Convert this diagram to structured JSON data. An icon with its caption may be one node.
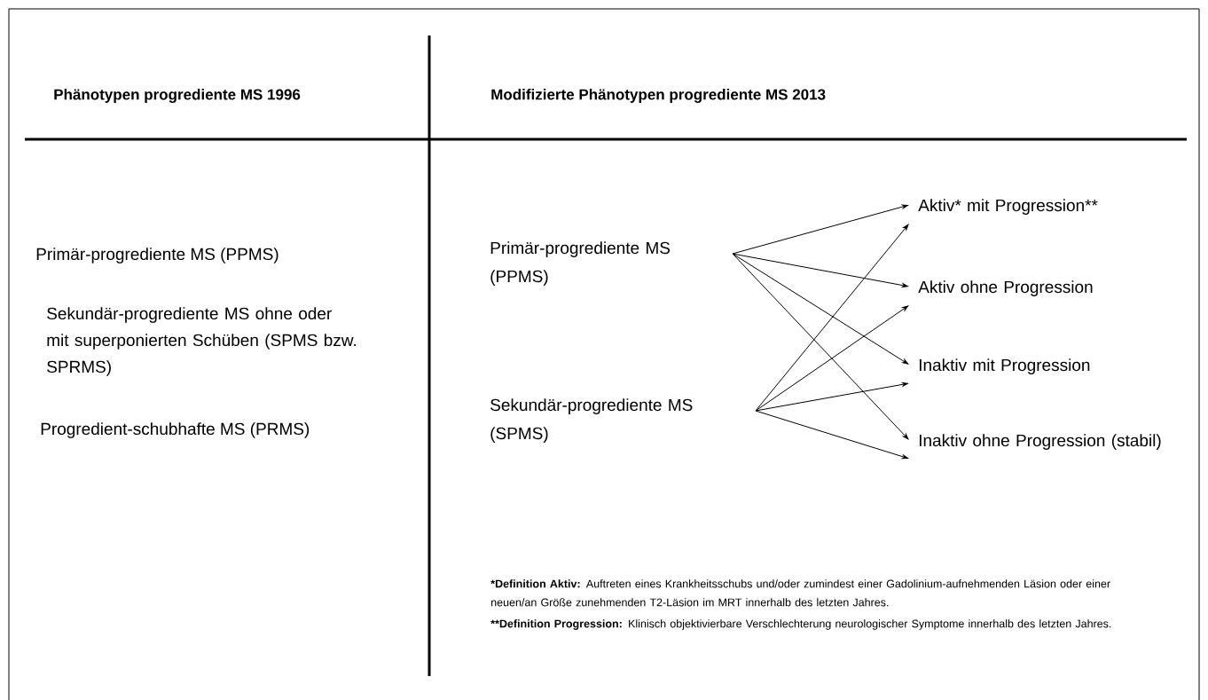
{
  "diagram": {
    "nodes": [
      {
        "text": [
          "Primär-progrediente MS (PPMS)"
        ]
      },
      {
        "text": [
          "Sekundär-progrediente MS (SPMS)"
        ]
      },
      {
        "text": [
          "Aktiv* mit Progression**"
        ]
      },
      {
        "text": [
          "Aktiv ohne Progression"
        ]
      },
      {
        "text": [
          "Inaktiv mit Progression"
        ]
      },
      {
        "text": [
          "Inaktiv ohne Progression (stabil)"
        ]
      }
    ],
    "edges": [
      {
        "from": 0,
        "to": 2,
        "arrow": "to"
      },
      {
        "from": 0,
        "to": 3,
        "arrow": "to"
      },
      {
        "from": 0,
        "to": 4,
        "arrow": "to"
      },
      {
        "from": 0,
        "to": 5,
        "arrow": "to"
      },
      {
        "from": 1,
        "to": 2,
        "arrow": "to"
      },
      {
        "from": 1,
        "to": 3,
        "arrow": "to"
      },
      {
        "from": 1,
        "to": 4,
        "arrow": "to"
      },
      {
        "from": 1,
        "to": 5,
        "arrow": "to"
      }
    ],
    "labels": [
      "Phänotypen progrediente MS 1996",
      "Modifizierte Phänotypen progrediente MS 2013",
      "Primär-progrediente MS (PPMS)",
      "Sekundär-progrediente MS ohne oder mit superponierten Schüben (SPMS bzw. SPRMS)",
      "Progredient-schubhafte MS (PRMS)",
      "*Definition Aktiv:",
      "Auftreten eines Krankheitsschubs und/oder zumindest einer Gadolinium-aufnehmenden Läsion oder einer neuen/an Größe zunehmenden T2-Läsion im MRT innerhalb des letzten Jahres.",
      "**Definition Progression:",
      "Klinisch objektivierbare Verschlechterung neurologischer Symptome innerhalb des letzten Jahres."
    ]
  }
}
